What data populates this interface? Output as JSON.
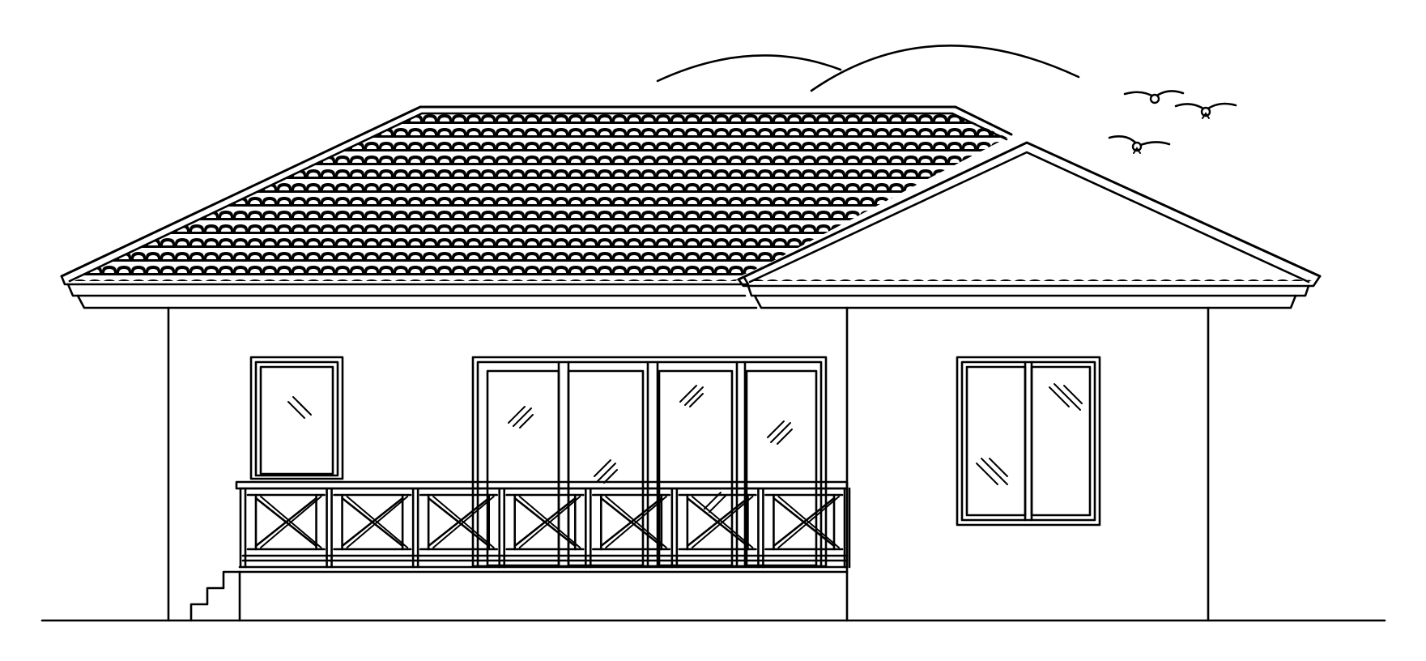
{
  "drawing": {
    "subject": "single-storey-house-elevation",
    "line_color": "#000000",
    "background": "#ffffff",
    "roofs": [
      {
        "type": "hip-roof",
        "material": "clay-tile"
      },
      {
        "type": "hip-roof",
        "material": "clay-tile"
      }
    ],
    "windows": [
      {
        "type": "single-pane-window"
      },
      {
        "type": "sliding-glass-door",
        "panels": 4
      },
      {
        "type": "double-casement-window",
        "panels": 2
      }
    ],
    "railing": {
      "bays": 7,
      "pattern": "x-brace"
    },
    "stairs": {
      "steps": 3
    },
    "birds": 3,
    "clouds": 2
  }
}
